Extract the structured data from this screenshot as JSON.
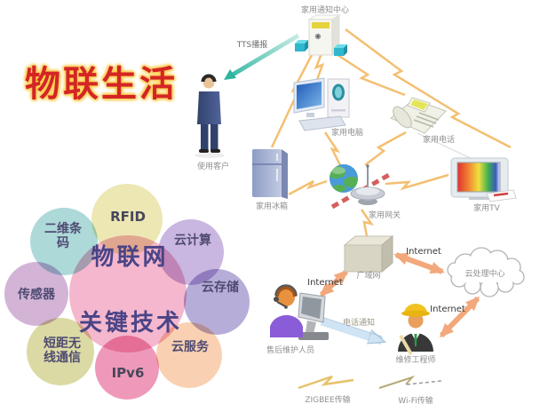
{
  "title": "物联生活",
  "colors": {
    "title_red": "#d42525",
    "title_glow": "#ffd34d",
    "lightning_gold": "#f3b964",
    "internet_arrow_orange": "#f2a87c",
    "tts_arrow_teal": "#2db39e",
    "phone_notice_arrow_blue": "#b9d8ea",
    "zigbee_dash_red": "#cc4444"
  },
  "network": {
    "notification_center_label": "家用通知中心",
    "tts_label": "TTS播报",
    "user_label": "使用客户",
    "computer_label": "家用电脑",
    "telephone_label": "家用电话",
    "fridge_label": "家用冰箱",
    "gateway_label": "家用网关",
    "tv_label": "家用TV",
    "wan_label": "广域网",
    "cloud_label": "云处理中心",
    "internet_label_1": "Internet",
    "internet_label_2": "Internet",
    "internet_label_3": "Internet",
    "support_label": "售后维护人员",
    "phone_notice_label": "电话通知",
    "engineer_label": "维修工程师"
  },
  "legend": {
    "zigbee": "ZIGBEE传输",
    "wifi": "Wi-Fi传输"
  },
  "flower": {
    "center_line1": "物联网",
    "center_line2": "关键技术",
    "center_color": "#f2abc4",
    "petals": [
      {
        "id": "rfid",
        "label": "RFID",
        "color": "#e9e3a6"
      },
      {
        "id": "barcode",
        "label": "二维条码",
        "color": "#9fd3d3"
      },
      {
        "id": "cloud-computing",
        "label": "云计算",
        "color": "#c0a9dc"
      },
      {
        "id": "cloud-storage",
        "label": "云存储",
        "color": "#ab9fd2"
      },
      {
        "id": "sensor",
        "label": "传感器",
        "color": "#cba7d0"
      },
      {
        "id": "cloud-service",
        "label": "云服务",
        "color": "#f8c9a4"
      },
      {
        "id": "short-range-wireless",
        "label": "短距无线通信",
        "color": "#d6d494"
      },
      {
        "id": "ipv6",
        "label": "IPv6",
        "color": "#ec87ae"
      }
    ]
  }
}
